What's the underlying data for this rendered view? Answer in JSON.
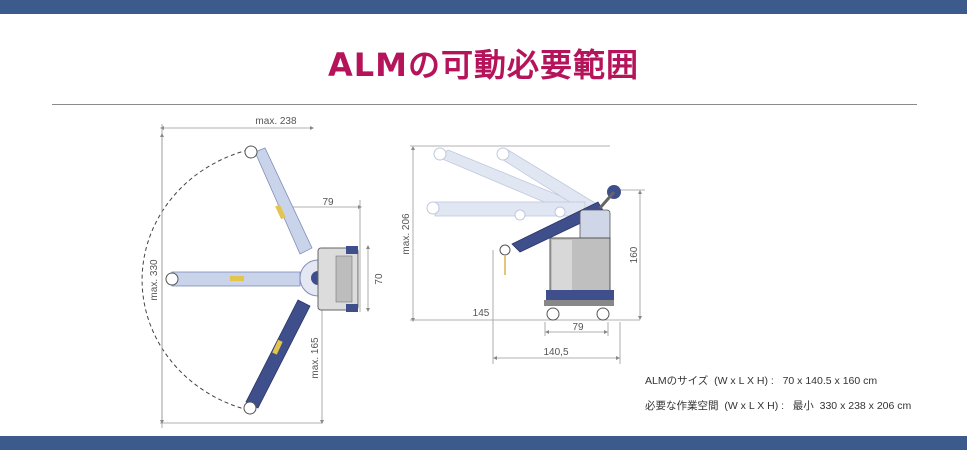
{
  "title": "ALMの可動必要範囲",
  "top_view": {
    "dim_width": "max. 238",
    "dim_arm_offset": "79",
    "dim_height": "max. 330",
    "dim_base": "70",
    "dim_lower": "max. 165"
  },
  "side_view": {
    "dim_height": "max. 206",
    "dim_reach": "145",
    "dim_cart": "160",
    "dim_wheelbase": "79",
    "dim_total": "140,5"
  },
  "specs": {
    "size_label": "ALMのサイズ  (W x L X H) :",
    "size_value": "70 x 140.5 x 160 cm",
    "space_label": "必要な作業空間  (W x L X H) :",
    "space_value": "最小  330 x 238 x 206 cm"
  },
  "colors": {
    "brand_bar": "#3d5a8c",
    "title": "#b5145a",
    "arm_light": "#c9d3ea",
    "arm_dark": "#3e4f8c"
  }
}
